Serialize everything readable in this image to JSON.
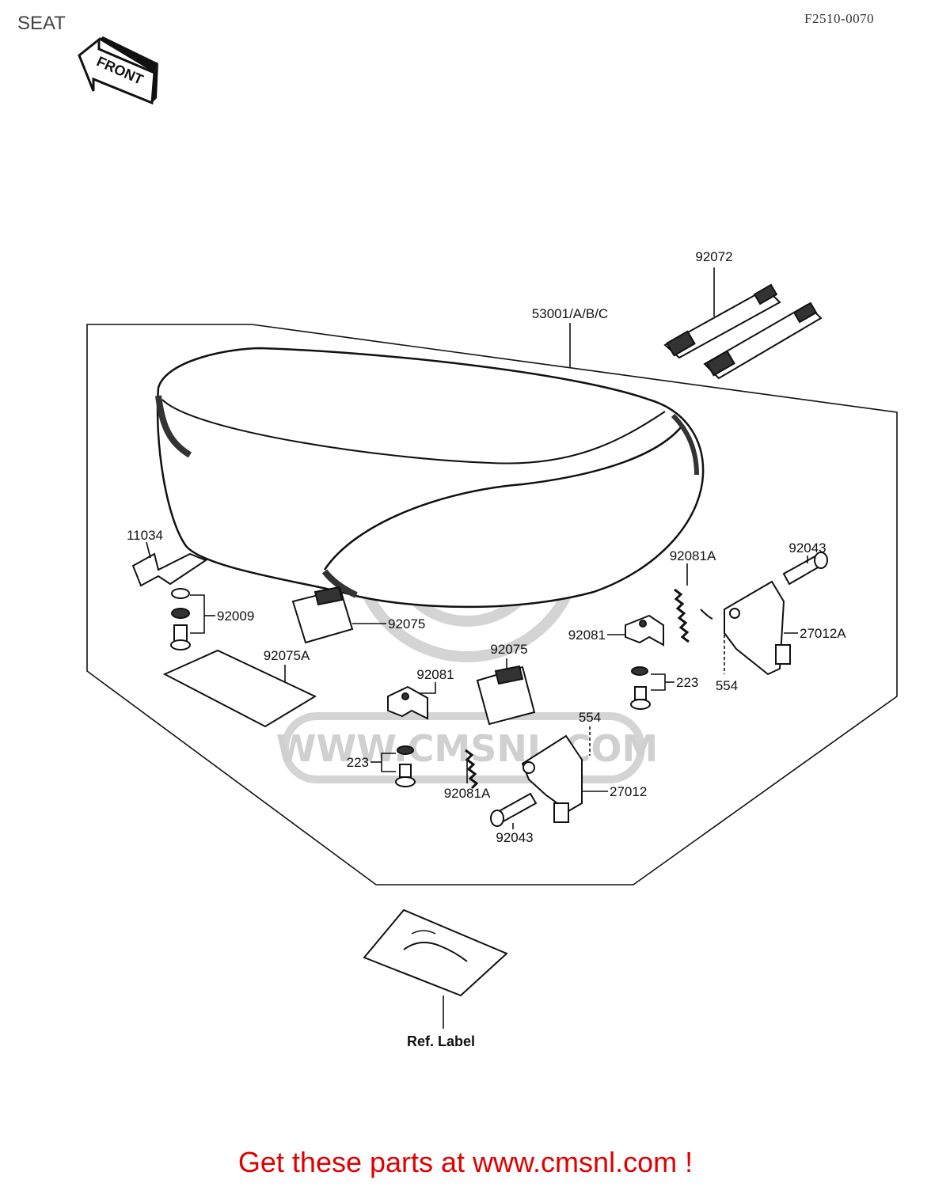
{
  "header": {
    "title": "SEAT",
    "code": "F2510-0070"
  },
  "front_arrow": {
    "label": "FRONT"
  },
  "parts": {
    "p92072": "92072",
    "p53001": "53001/A/B/C",
    "p11034": "11034",
    "p92009": "92009",
    "p92075_left": "92075",
    "p92075A": "92075A",
    "p92081A_top": "92081A",
    "p92043_top": "92043",
    "p27012A": "27012A",
    "p92081_right": "92081",
    "p223_right": "223",
    "p554_right": "554",
    "p92075_center": "92075",
    "p92081_center": "92081",
    "p554_center": "554",
    "p223_left": "223",
    "p92081A_bottom": "92081A",
    "p27012": "27012",
    "p92043_bottom": "92043"
  },
  "ref_label": "Ref. Label",
  "watermark": {
    "text": "WWW.CMSNL.COM"
  },
  "footer": {
    "text": "Get these parts at www.cmsnl.com !"
  },
  "colors": {
    "footer": "#e00000",
    "watermark": "#d0d0d0"
  }
}
